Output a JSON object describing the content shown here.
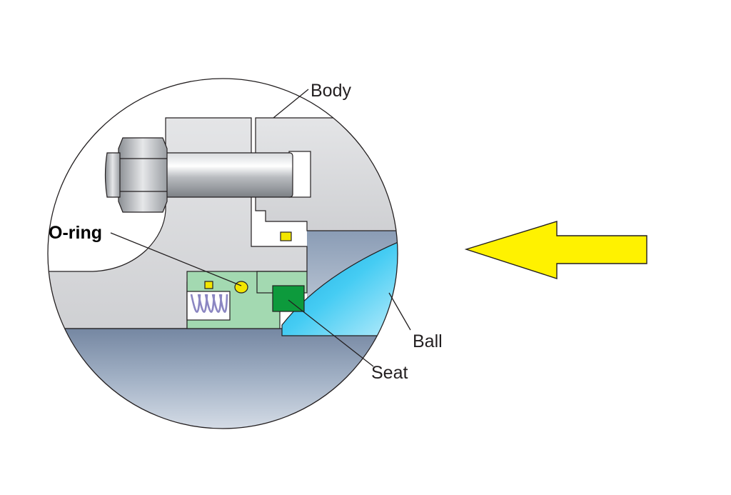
{
  "labels": {
    "body": "Body",
    "o_ring": "O-ring",
    "ball": "Ball",
    "seat": "Seat"
  },
  "colors": {
    "body_metal": "#d6d7d9",
    "stem_steel": "#a9acb0",
    "pipe_bore": "#7f93ad",
    "ball": "#33c4f0",
    "seat_carrier": "#a3d9b1",
    "seat_insert": "#0d9a3c",
    "o_ring": "#f2e600",
    "spring": "#8b86c2",
    "flow_arrow": "#fff200",
    "outline": "#231f20"
  }
}
